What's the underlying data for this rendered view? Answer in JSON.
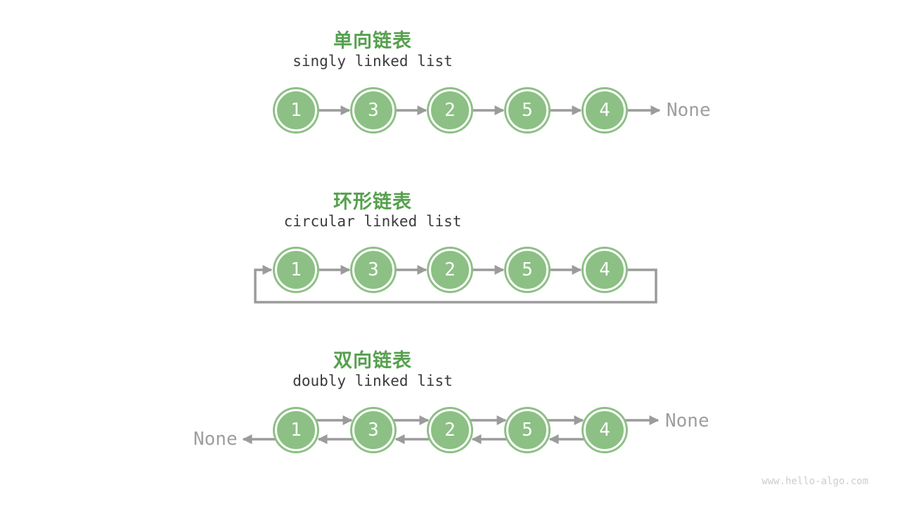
{
  "colors": {
    "node_green": "#8CC084",
    "title_green": "#56A04E",
    "arrow_gray": "#9B9B9B",
    "text_dark": "#3B3B3B",
    "none_gray": "#9E9E9E",
    "watermark_gray": "#CDCDCD",
    "bg": "#FFFFFF"
  },
  "sections": [
    {
      "title": "单向链表",
      "subtitle": "singly linked list",
      "nodes": [
        "1",
        "3",
        "2",
        "5",
        "4"
      ],
      "none_right": "None"
    },
    {
      "title": "环形链表",
      "subtitle": "circular linked list",
      "nodes": [
        "1",
        "3",
        "2",
        "5",
        "4"
      ]
    },
    {
      "title": "双向链表",
      "subtitle": "doubly linked list",
      "nodes": [
        "1",
        "3",
        "2",
        "5",
        "4"
      ],
      "none_left": "None",
      "none_right": "None"
    }
  ],
  "watermark": "www.hello-algo.com"
}
